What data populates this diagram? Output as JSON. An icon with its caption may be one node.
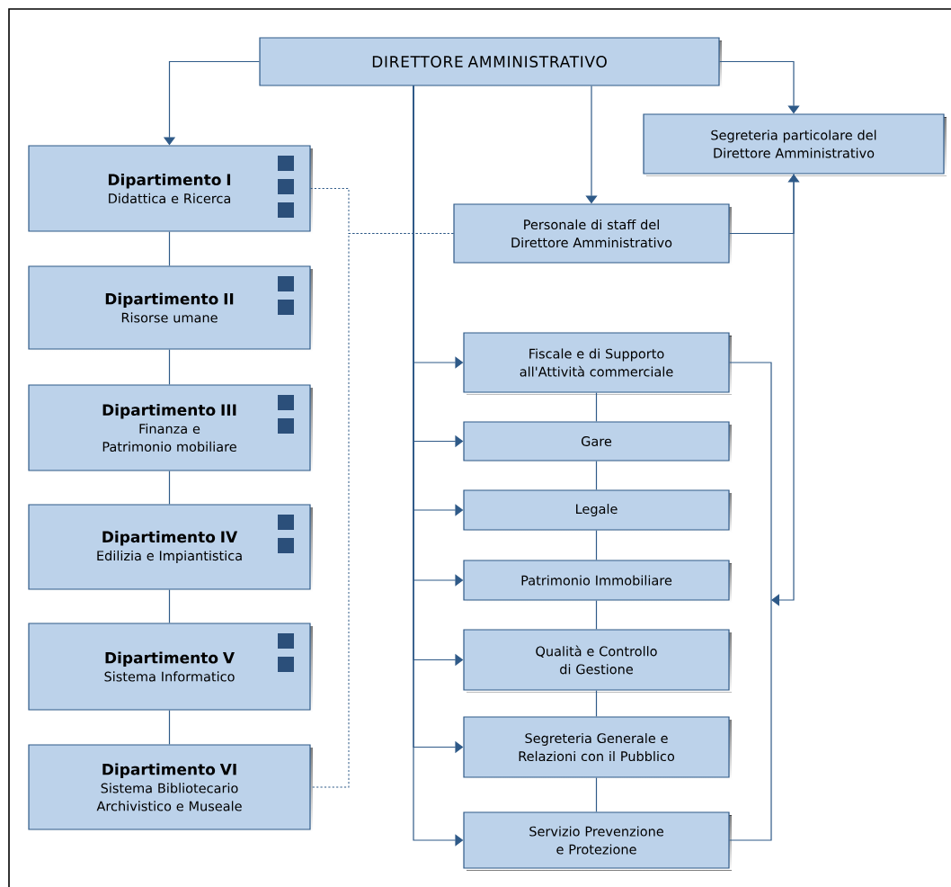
{
  "diagram": {
    "nodes": [
      {
        "text": [
          "DIRETTORE AMMINISTRATIVO"
        ]
      },
      {
        "text": [
          "Segreteria particolare del Direttore Amministrativo"
        ]
      },
      {
        "text": [
          "Personale di staff del Direttore Amministrativo"
        ]
      },
      {
        "text": [
          "Dipartimento I",
          "Didattica e Ricerca"
        ]
      },
      {
        "text": [
          "Dipartimento II",
          "Risorse umane"
        ]
      },
      {
        "text": [
          "Dipartimento III",
          "Finanza e Patrimonio mobiliare"
        ]
      },
      {
        "text": [
          "Dipartimento IV",
          "Edilizia e Impiantistica"
        ]
      },
      {
        "text": [
          "Dipartimento V",
          "Sistema Informatico"
        ]
      },
      {
        "text": [
          "Dipartimento VI",
          "Sistema Bibliotecario Archivistico e Museale"
        ]
      },
      {
        "text": [
          "Fiscale e di Supporto all'Attività commerciale"
        ]
      },
      {
        "text": [
          "Gare"
        ]
      },
      {
        "text": [
          "Legale"
        ]
      },
      {
        "text": [
          "Patrimonio Immobiliare"
        ]
      },
      {
        "text": [
          "Qualità e Controllo di Gestione"
        ]
      },
      {
        "text": [
          "Segreteria Generale e Relazioni con il Pubblico"
        ]
      },
      {
        "text": [
          "Servizio Prevenzione e Protezione"
        ]
      }
    ],
    "edges": [
      {
        "from": 0,
        "to": 3,
        "arrow": "to"
      },
      {
        "from": 0,
        "to": 1,
        "arrow": "to"
      },
      {
        "from": 0,
        "to": 2,
        "arrow": "to"
      },
      {
        "from": 0,
        "to": 9,
        "arrow": "to"
      },
      {
        "from": 0,
        "to": 10,
        "arrow": "to"
      },
      {
        "from": 0,
        "to": 11,
        "arrow": "to"
      },
      {
        "from": 0,
        "to": 12,
        "arrow": "to"
      },
      {
        "from": 0,
        "to": 13,
        "arrow": "to"
      },
      {
        "from": 0,
        "to": 14,
        "arrow": "to"
      },
      {
        "from": 0,
        "to": 15,
        "arrow": "to"
      },
      {
        "from": 3,
        "to": 4,
        "arrow": "none"
      },
      {
        "from": 4,
        "to": 5,
        "arrow": "none"
      },
      {
        "from": 5,
        "to": 6,
        "arrow": "none"
      },
      {
        "from": 6,
        "to": 7,
        "arrow": "none"
      },
      {
        "from": 7,
        "to": 8,
        "arrow": "none"
      },
      {
        "from": 2,
        "to": 3,
        "arrow": "none",
        "style": "dashed"
      },
      {
        "from": 2,
        "to": 8,
        "arrow": "none",
        "style": "dashed"
      },
      {
        "from": 2,
        "to": 1,
        "arrow": "to"
      },
      {
        "from": 1,
        "to": null,
        "arrow": "to"
      },
      {
        "from": 9,
        "to": 15,
        "arrow": "none"
      },
      {
        "from": 9,
        "to": 10,
        "arrow": "none"
      },
      {
        "from": 10,
        "to": 11,
        "arrow": "none"
      },
      {
        "from": 11,
        "to": 12,
        "arrow": "none"
      },
      {
        "from": 12,
        "to": 13,
        "arrow": "none"
      },
      {
        "from": 13,
        "to": 14,
        "arrow": "none"
      },
      {
        "from": 14,
        "to": 15,
        "arrow": "none"
      }
    ]
  }
}
